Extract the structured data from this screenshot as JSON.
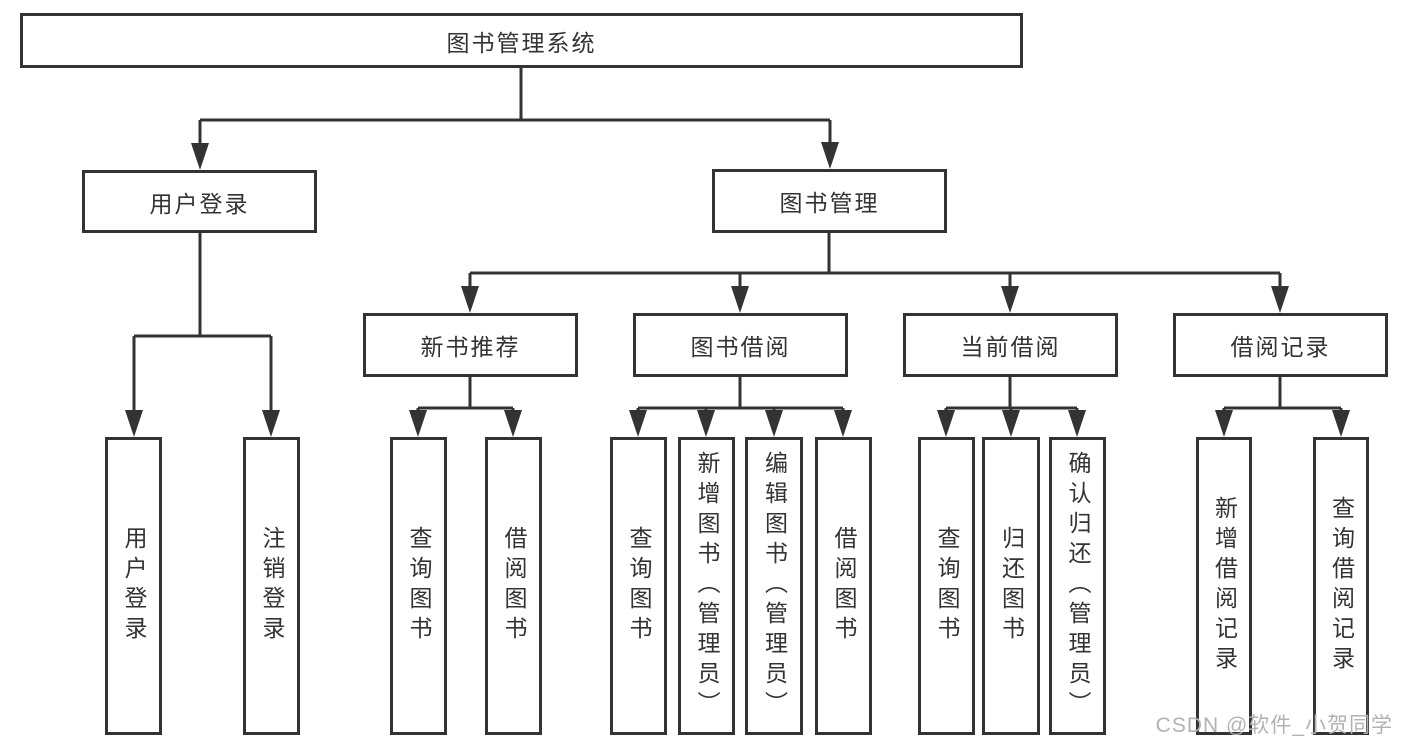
{
  "diagram": {
    "root": {
      "label": "图书管理系统"
    },
    "level2": [
      {
        "label": "用户登录"
      },
      {
        "label": "图书管理"
      }
    ],
    "level3": [
      {
        "label": "新书推荐",
        "parent": "图书管理"
      },
      {
        "label": "图书借阅",
        "parent": "图书管理"
      },
      {
        "label": "当前借阅",
        "parent": "图书管理"
      },
      {
        "label": "借阅记录",
        "parent": "图书管理"
      }
    ],
    "leaves": [
      {
        "label": "用户登录",
        "parent": "用户登录"
      },
      {
        "label": "注销登录",
        "parent": "用户登录"
      },
      {
        "label": "查询图书",
        "parent": "新书推荐"
      },
      {
        "label": "借阅图书",
        "parent": "新书推荐"
      },
      {
        "label": "查询图书",
        "parent": "图书借阅"
      },
      {
        "label": "新增图书（管理员）",
        "parent": "图书借阅"
      },
      {
        "label": "编辑图书（管理员）",
        "parent": "图书借阅"
      },
      {
        "label": "借阅图书",
        "parent": "图书借阅"
      },
      {
        "label": "查询图书",
        "parent": "当前借阅"
      },
      {
        "label": "归还图书",
        "parent": "当前借阅"
      },
      {
        "label": "确认归还（管理员）",
        "parent": "当前借阅"
      },
      {
        "label": "新增借阅记录",
        "parent": "借阅记录"
      },
      {
        "label": "查询借阅记录",
        "parent": "借阅记录"
      }
    ]
  },
  "watermark": {
    "text": "CSDN @软件_小贺同学"
  },
  "colors": {
    "line": "#333333",
    "text": "#333333",
    "background": "#ffffff",
    "watermark": "#b2b2b2"
  }
}
